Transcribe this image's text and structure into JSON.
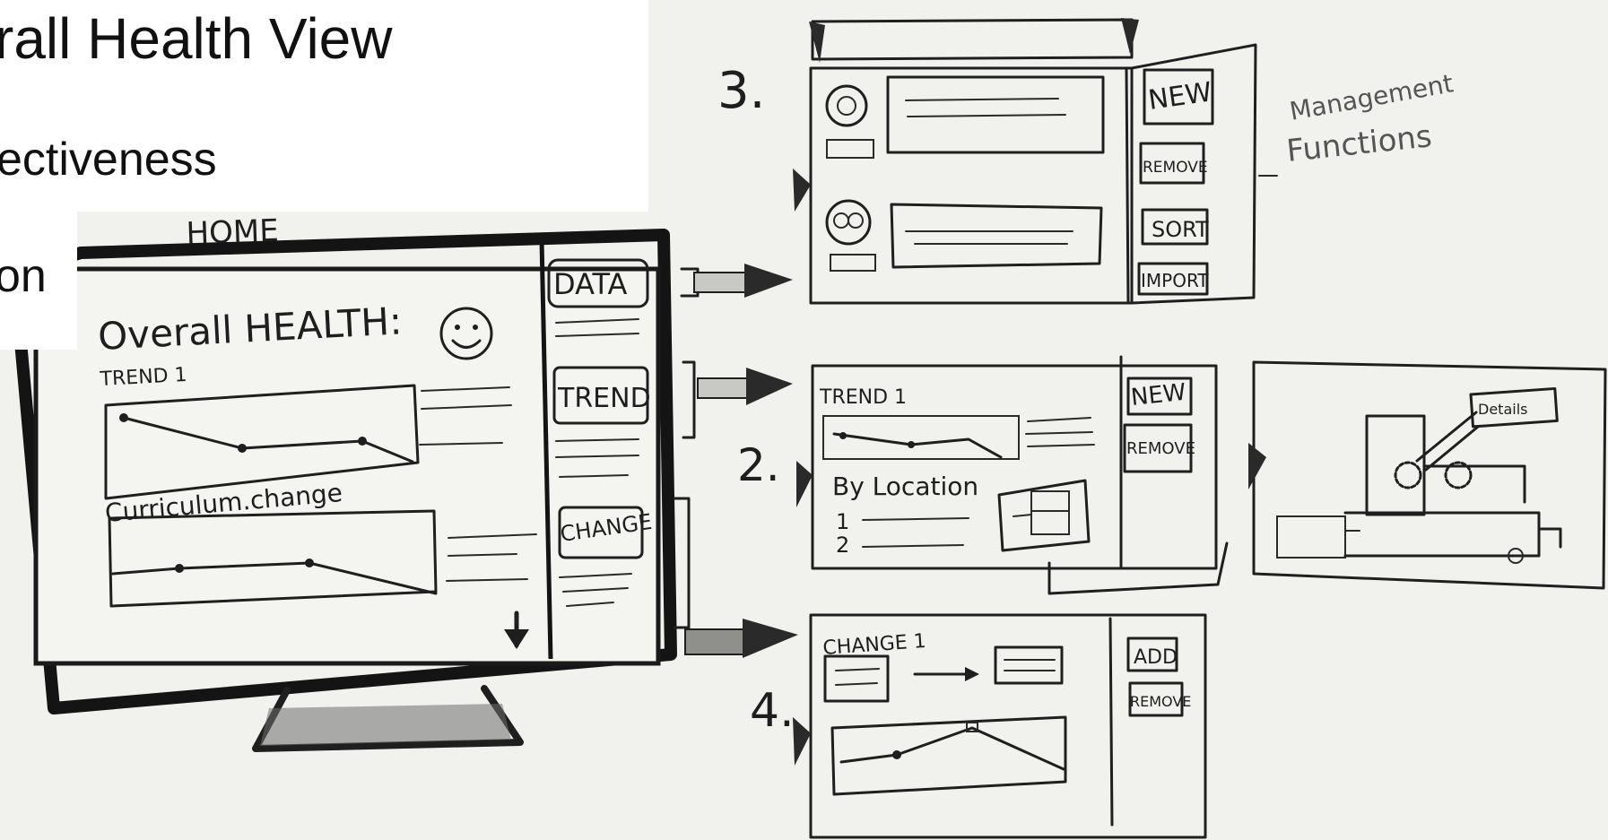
{
  "slide": {
    "title": "rall Health View",
    "line1": "ectiveness",
    "line2": "on"
  },
  "home": {
    "label": "HOME",
    "heading": "Overall HEALTH:",
    "trend_label": "TREND 1",
    "change_label": "Curriculum.change",
    "sidebar": [
      "DATA",
      "TREND",
      "CHANGE"
    ]
  },
  "screen3": {
    "number": "3.",
    "buttons": [
      "NEW",
      "REMOVE",
      "SORT",
      "IMPORT"
    ],
    "annotation_line1": "Management",
    "annotation_line2": "Functions"
  },
  "screen2": {
    "number": "2.",
    "trend_label": "TREND 1",
    "location_label": "By Location",
    "list_numbers": [
      "1",
      "2"
    ],
    "buttons": [
      "NEW",
      "REMOVE"
    ]
  },
  "detail": {
    "tooltip": "Details"
  },
  "screen4": {
    "number": "4.",
    "change_label": "CHANGE 1",
    "buttons": [
      "ADD",
      "REMOVE"
    ]
  },
  "colors": {
    "paper": "#f1f1ee",
    "ink": "#1e1e1e",
    "slide_bg": "#ffffff"
  }
}
